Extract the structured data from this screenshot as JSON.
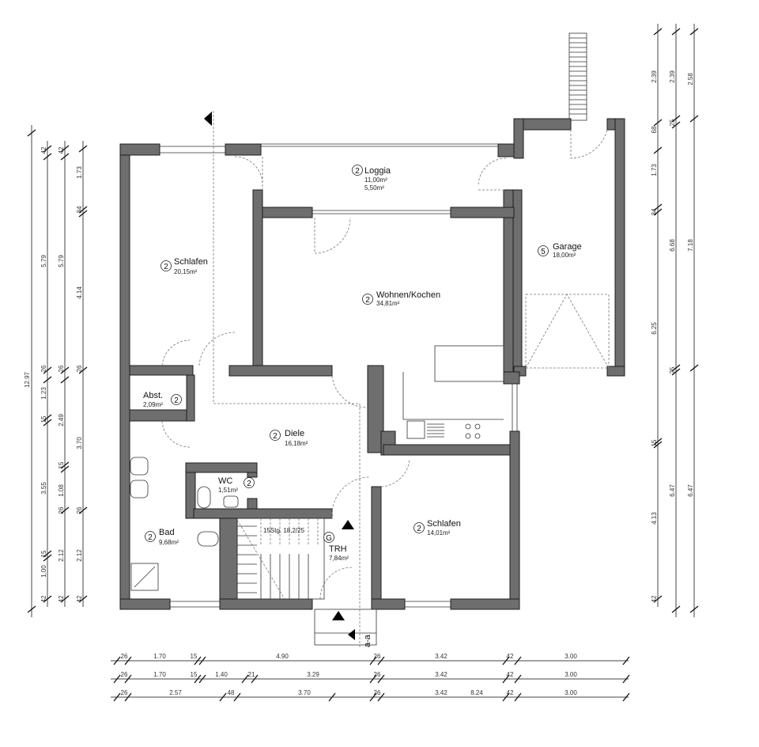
{
  "rooms": {
    "loggia": {
      "num": "2",
      "name": "Loggia",
      "area": "11,00m²",
      "area2": "5,50m²"
    },
    "schlafen1": {
      "num": "2",
      "name": "Schlafen",
      "area": "20,15m²"
    },
    "wohnen": {
      "num": "2",
      "name": "Wohnen/Kochen",
      "area": "34,81m²"
    },
    "garage": {
      "num": "5",
      "name": "Garage",
      "area": "18,00m²"
    },
    "abst": {
      "num": "2",
      "name": "Abst.",
      "area": "2,09m²"
    },
    "diele": {
      "num": "2",
      "name": "Diele",
      "area": "16,18m²"
    },
    "wc": {
      "num": "2",
      "name": "WC",
      "area": "1,51m²"
    },
    "bad": {
      "num": "2",
      "name": "Bad",
      "area": "9,68m²"
    },
    "trh": {
      "num": "G",
      "name": "TRH",
      "area": "7,84m²"
    },
    "schlafen2": {
      "num": "2",
      "name": "Schlafen",
      "area": "14,01m²"
    }
  },
  "stair_label": "15Stg. 18,2/25",
  "section_label": "a-a",
  "dimensions": {
    "bottom_row1": [
      "26",
      "1.70",
      "15",
      "4.90",
      "26",
      "3.42",
      "42",
      "3.00"
    ],
    "bottom_row2": [
      "26",
      "1.70",
      "15",
      "1.40",
      "21",
      "3.29",
      "26",
      "3.42",
      "42",
      "3.00"
    ],
    "bottom_row3": [
      "26",
      "2.57",
      "48",
      "3.70",
      "26",
      "3.42",
      "8.24",
      "42",
      "3.00"
    ],
    "left_total": "12.97",
    "left_col1": [
      "42",
      "5.79",
      "26",
      "1.23",
      "15",
      "3.55",
      "15",
      "1.00",
      "42"
    ],
    "left_col2": [
      "42",
      "5.79",
      "26",
      "2.49",
      "15",
      "1.08",
      "26",
      "2.12",
      "42"
    ],
    "left_col3": [
      "1.73",
      "34",
      "4.14",
      "26",
      "3.70",
      "26",
      "2.12",
      "42"
    ],
    "right_col1": [
      "2.39",
      "68",
      "1.73",
      "34",
      "6.25",
      "15",
      "4.13",
      "42"
    ],
    "right_col2": [
      "2.39",
      "25",
      "6.68",
      "25",
      "6.47"
    ],
    "right_col3": [
      "2.58",
      "7.18",
      "6.47"
    ]
  }
}
